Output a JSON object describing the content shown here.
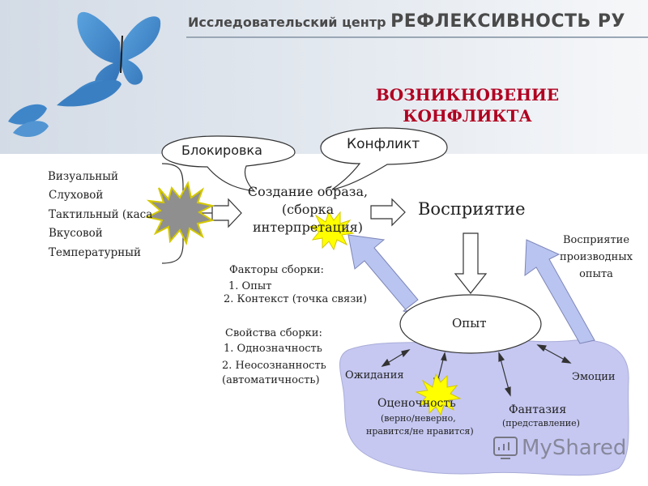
{
  "header": {
    "org_prefix": "Исследовательский центр",
    "org_name": "РЕФЛЕКСИВНОСТЬ РУ"
  },
  "title": {
    "line1": "ВОЗНИКНОВЕНИЕ",
    "line2": "КОНФЛИКТА"
  },
  "bubbles": {
    "blocking": "Блокировка",
    "conflict": "Конфликт"
  },
  "senses": [
    "Визуальный",
    "Слуховой",
    "Тактильный (каса",
    "Вкусовой",
    "Температурный"
  ],
  "image_creation": {
    "line1": "Создание образа,",
    "line2": "(сборка",
    "line3": "интерпретация)"
  },
  "perception": "Восприятие",
  "assembly_factors": {
    "heading": "Факторы сборки:",
    "items": [
      "1. Опыт",
      "2. Контекст (точка связи)"
    ]
  },
  "assembly_properties": {
    "heading": "Свойства сборки:",
    "items": [
      "1. Однозначность",
      "2. Неосознанность",
      "(автоматичность)"
    ]
  },
  "experience": "Опыт",
  "perception_of_experience": {
    "line1": "Восприятие",
    "line2": "производных",
    "line3": "опыта"
  },
  "experience_parts": {
    "expectations": "Ожидания",
    "evaluation": "Оценочность",
    "evaluation_note1": "(верно/неверно,",
    "evaluation_note2": "нравится/не нравится)",
    "fantasy": "Фантазия",
    "fantasy_note": "(представление)",
    "emotions": "Эмоции"
  },
  "watermark": "MyShared",
  "colors": {
    "title": "#b00020",
    "butterfly": "#3f86c9",
    "header_band": "#dfe6ee",
    "cloud": "#c6c8f2",
    "big_arrow": "#b9c5f0",
    "burst_gray": "#8f8f8f",
    "burst_yellow": "#ffff00",
    "burst_border": "#d4c800"
  }
}
